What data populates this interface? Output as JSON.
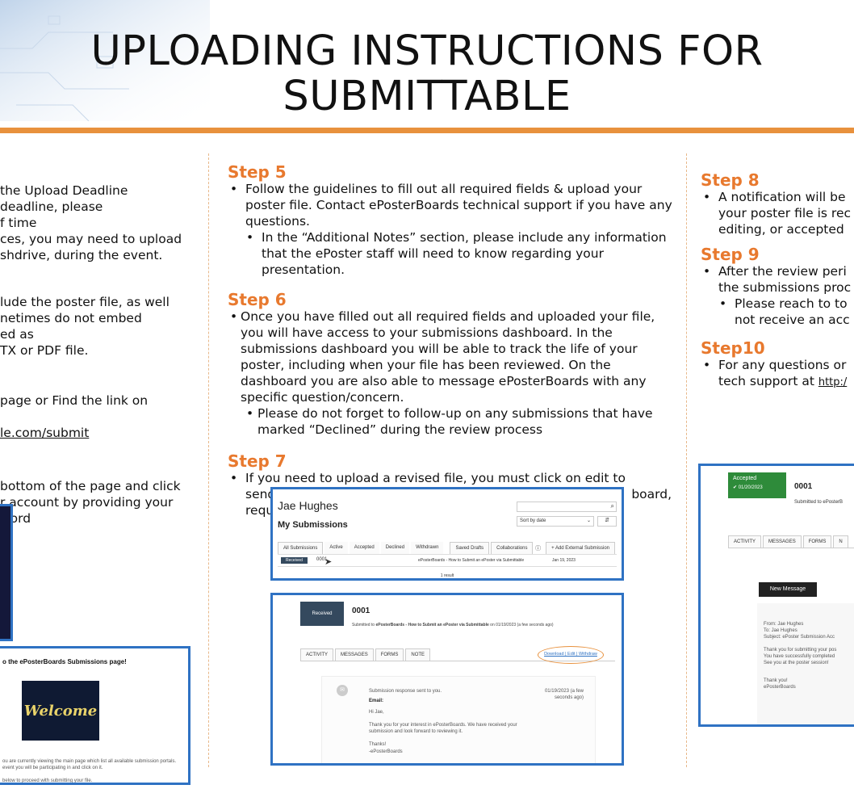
{
  "title": {
    "line1": "UPLOADING INSTRUCTIONS FOR",
    "line2": "SUBMITTABLE"
  },
  "left_column": {
    "lines": [
      "the Upload Deadline",
      "deadline, please",
      "f time",
      "ces, you may need to upload",
      "shdrive, during the event.",
      "lude the poster file, as well",
      "netimes do not embed",
      "ed as",
      "TX or PDF file.",
      " page or Find the link on",
      "le.com/submit",
      "bottom of the page and click",
      "r account by providing your",
      "word"
    ],
    "welcome_shot": {
      "heading": "o the ePosterBoards Submissions page!",
      "logo_text": "Welcome",
      "line1": "ou are currently viewing the main page which list all available submission portals.",
      "line2": "event you will be participating in and click on it.",
      "line3": "below to proceed with submitting your file."
    }
  },
  "middle_column": {
    "step5": {
      "heading": "Step 5",
      "bullet": "Follow the guidelines to fill out all required fields & upload your poster file. Contact ePosterBoards technical support if you have any questions.",
      "sub": "In the “Additional Notes” section, please include any information that the ePoster staff will need to know regarding your presentation."
    },
    "step6": {
      "heading": "Step 6",
      "bullet": "Once you have filled out all required fields and uploaded your file, you will have access to your submissions dashboard. In the submissions dashboard you will be able to track the life of your poster, including when your file has been reviewed. On the dashboard you are also able to message ePosterBoards with any specific question/concern.",
      "sub": "Please do not forget to follow-up on any submissions that have marked “Declined” during the review process"
    },
    "step7": {
      "heading": "Step 7",
      "bullet_start": "If you need to upload a revised file, you must click on edit to",
      "line2_left": "send",
      "line2_right": "board,",
      "line3_left": "requ"
    },
    "dashboard_shot": {
      "user": "Jae Hughes",
      "section": "My Submissions",
      "sort": "Sort by date",
      "tabs": [
        "All Submissions",
        "Active",
        "Accepted",
        "Declined",
        "Withdrawn",
        "Saved Drafts",
        "Collaborations"
      ],
      "add_button": "+ Add External Submission",
      "row_badge": "Received",
      "row_id": "0001",
      "row_title": "ePosterBoards - How to Submit an ePoster via Submittable",
      "row_date": "Jan 19, 2023",
      "result": "1 result"
    },
    "detail_shot": {
      "badge": "Received",
      "id": "0001",
      "submitted_prefix": "Submitted to ",
      "submitted_form": "ePosterBoards - How to Submit an ePoster via Submittable",
      "submitted_suffix": " on 01/19/2023 (a few seconds ago)",
      "tabs": [
        "ACTIVITY",
        "MESSAGES",
        "FORMS",
        "NOTE"
      ],
      "links": "Download | Edit | Withdraw",
      "msg_title": "Submission response sent to you.",
      "msg_time": "01/19/2023 (a few seconds ago)",
      "email_label": "Email:",
      "greeting": "Hi Jae,",
      "body": "Thank you for your interest in ePosterBoards. We have received your submission and look forward to reviewing it.",
      "thanks": "Thanks!",
      "sign": "-ePosterBoards"
    }
  },
  "right_column": {
    "step8": {
      "heading": "Step 8",
      "lines": [
        "A notification will be",
        "your poster file is rec",
        "editing, or accepted"
      ]
    },
    "step9": {
      "heading": "Step 9",
      "lines": [
        "After the review peri",
        "the submissions proc"
      ],
      "sub_lines": [
        "Please reach to to",
        "not receive an acc"
      ]
    },
    "step10": {
      "heading": "Step10",
      "lines": [
        "For any questions or",
        "tech support at "
      ],
      "link": "http:/"
    },
    "accepted_shot": {
      "badge": "Accepted",
      "badge_date": "✔ 01/20/2023",
      "id": "0001",
      "submitted": "Submitted to ePosterB",
      "tabs": [
        "ACTIVITY",
        "MESSAGES",
        "FORMS",
        "N"
      ],
      "new_message": "New Message",
      "from": "From: Jae Hughes",
      "to": "To: Jae Hughes",
      "subject": "Subject: ePoster Submission Acc",
      "body1": "Thank you for submitting your pos",
      "body2": "You have successfully completed",
      "body3": "See you at the poster session!",
      "thanks": "Thank you!",
      "sign": "ePosterBoards"
    }
  },
  "colors": {
    "accent_orange": "#e8792e",
    "frame_blue": "#2f72c3",
    "badge_dark": "#34495e",
    "accepted_green": "#2e8b3a"
  }
}
